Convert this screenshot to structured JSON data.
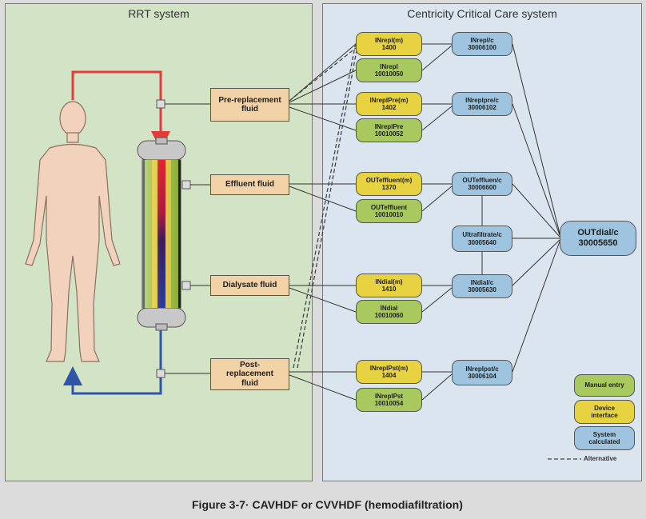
{
  "panels": {
    "left_title": "RRT system",
    "right_title": "Centricity Critical Care system"
  },
  "fluids": {
    "pre": "Pre-replacement fluid",
    "effluent": "Effluent fluid",
    "dialysate": "Dialysate fluid",
    "post": "Post-replacement fluid"
  },
  "nodes": {
    "inrepl_m": {
      "name": "INrepl(m)",
      "code": "1400"
    },
    "inrepl": {
      "name": "INrepl",
      "code": "10010050"
    },
    "inreplpre_m": {
      "name": "INreplPre(m)",
      "code": "1402"
    },
    "inreplpre": {
      "name": "INreplPre",
      "code": "10010052"
    },
    "outeffluent_m": {
      "name": "OUTeffluent(m)",
      "code": "1370"
    },
    "outeffluent": {
      "name": "OUTeffluent",
      "code": "10010010"
    },
    "indial_m": {
      "name": "INdial(m)",
      "code": "1410"
    },
    "indial": {
      "name": "INdial",
      "code": "10010060"
    },
    "inreplpst_m": {
      "name": "INreplPst(m)",
      "code": "1404"
    },
    "inreplpst": {
      "name": "INreplPst",
      "code": "10010054"
    },
    "inrepl_c": {
      "name": "INrepl/c",
      "code": "30006100"
    },
    "inreplpre_c": {
      "name": "INreplpre/c",
      "code": "30006102"
    },
    "outeffluen_c": {
      "name": "OUTeffluen/c",
      "code": "30006600"
    },
    "ultrafiltrate_c": {
      "name": "Ultrafiltrate/c",
      "code": "30005640"
    },
    "indial_c": {
      "name": "INdial/c",
      "code": "30005630"
    },
    "inreplpst_c": {
      "name": "INreplpst/c",
      "code": "30006104"
    },
    "outdial_c": {
      "name": "OUTdial/c",
      "code": "30005650"
    }
  },
  "legend": {
    "manual": "Manual entry",
    "device": "Device interface",
    "system": "System calculated",
    "alternative": "Alternative"
  },
  "colors": {
    "manual": "#a7c95d",
    "device": "#e7d242",
    "system": "#9ec4df",
    "fluid": "#f1d3a7",
    "arterial": "#e53b36",
    "venous": "#2f55a8"
  },
  "caption": "Figure 3-7· CAVHDF or CVVHDF (hemodiafiltration)"
}
